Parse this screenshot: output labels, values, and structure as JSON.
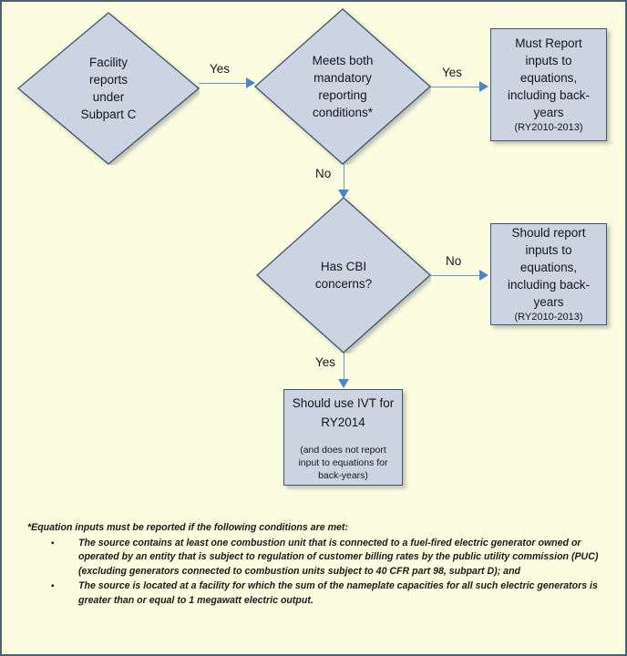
{
  "page": {
    "title": "Subpart C equation-inputs reporting decision flowchart",
    "background_color": "#fcfce0",
    "border_color": "#4a6572",
    "shape_fill": "#ccd4e2",
    "shape_border": "#41566b",
    "connector_color": "#6c93c0",
    "arrow_color": "#4a86c8"
  },
  "nodes": {
    "facility": {
      "type": "decision",
      "text": "Facility\nreports\nunder\nSubpart C"
    },
    "mandatory": {
      "type": "decision",
      "text": "Meets both\nmandatory\nreporting\nconditions*"
    },
    "cbi": {
      "type": "decision",
      "text": "Has CBI\nconcerns?"
    },
    "must_report": {
      "type": "process",
      "main": "Must Report\ninputs to\nequations,\nincluding back-\nyears",
      "sub": "(RY2010-2013)"
    },
    "should_report": {
      "type": "process",
      "main": "Should report\ninputs to\nequations,\nincluding back-\nyears",
      "sub": "(RY2010-2013)"
    },
    "ivt": {
      "type": "process",
      "main": "Should use IVT for\nRY2014",
      "sub": "(and does not report\ninput to equations for\nback-years)"
    }
  },
  "edges": {
    "facility_to_mandatory": {
      "label": "Yes"
    },
    "mandatory_to_must_report": {
      "label": "Yes"
    },
    "mandatory_to_cbi": {
      "label": "No"
    },
    "cbi_to_should_report": {
      "label": "No"
    },
    "cbi_to_ivt": {
      "label": "Yes"
    }
  },
  "footnote": {
    "lead": "*Equation inputs must be reported if the following conditions are met:",
    "bullet_glyph": "▪",
    "items": [
      "The source contains at least one combustion unit that is connected to a fuel-fired electric generator owned or operated by an entity that is subject to regulation of customer billing rates by the public utility commission (PUC) (excluding generators connected to combustion units subject to 40 CFR part 98, subpart D); and",
      "The source is located at a facility for which the sum of the nameplate capacities for all such electric generators is greater than or equal to 1 megawatt electric output."
    ]
  }
}
